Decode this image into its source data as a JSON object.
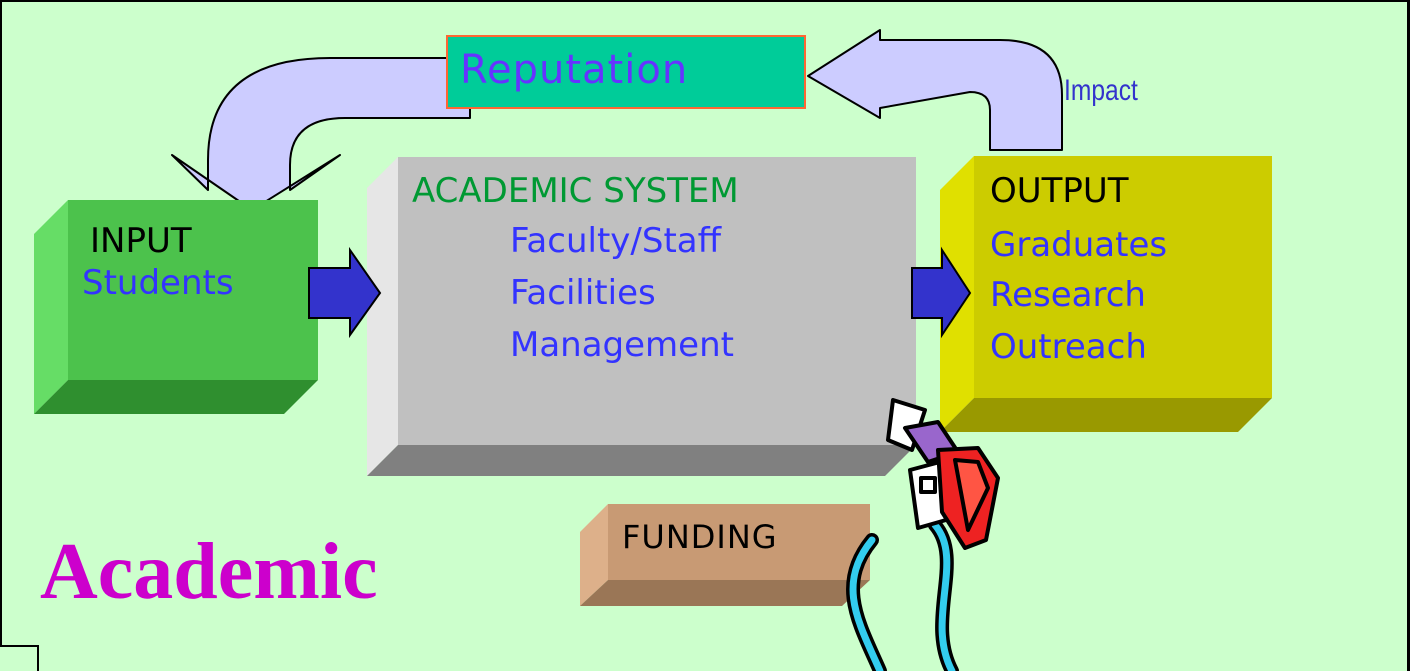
{
  "diagram": {
    "reputation": {
      "label": "Reputation"
    },
    "impact": {
      "label": "Impact"
    },
    "input": {
      "title": "INPUT",
      "items": [
        "Students"
      ]
    },
    "system": {
      "title": "ACADEMIC SYSTEM",
      "items": [
        "Faculty/Staff",
        "Facilities",
        "Management"
      ]
    },
    "output": {
      "title": "OUTPUT",
      "items": [
        "Graduates",
        "Research",
        "Outreach"
      ]
    },
    "funding": {
      "label": "FUNDING"
    },
    "caption": "Academic"
  },
  "colors": {
    "background": "#ccffcc",
    "reputation_fill": "#00cc99",
    "reputation_border": "#ff6633",
    "arrow_curve": "#ccccff",
    "arrow_flow": "#3333cc",
    "input_box": "#4cc24c",
    "system_box": "#c0c0c0",
    "output_box": "#cccc00",
    "funding_box": "#c89a74",
    "title_green": "#009933",
    "item_blue": "#3333ff",
    "caption": "#cc00cc"
  }
}
